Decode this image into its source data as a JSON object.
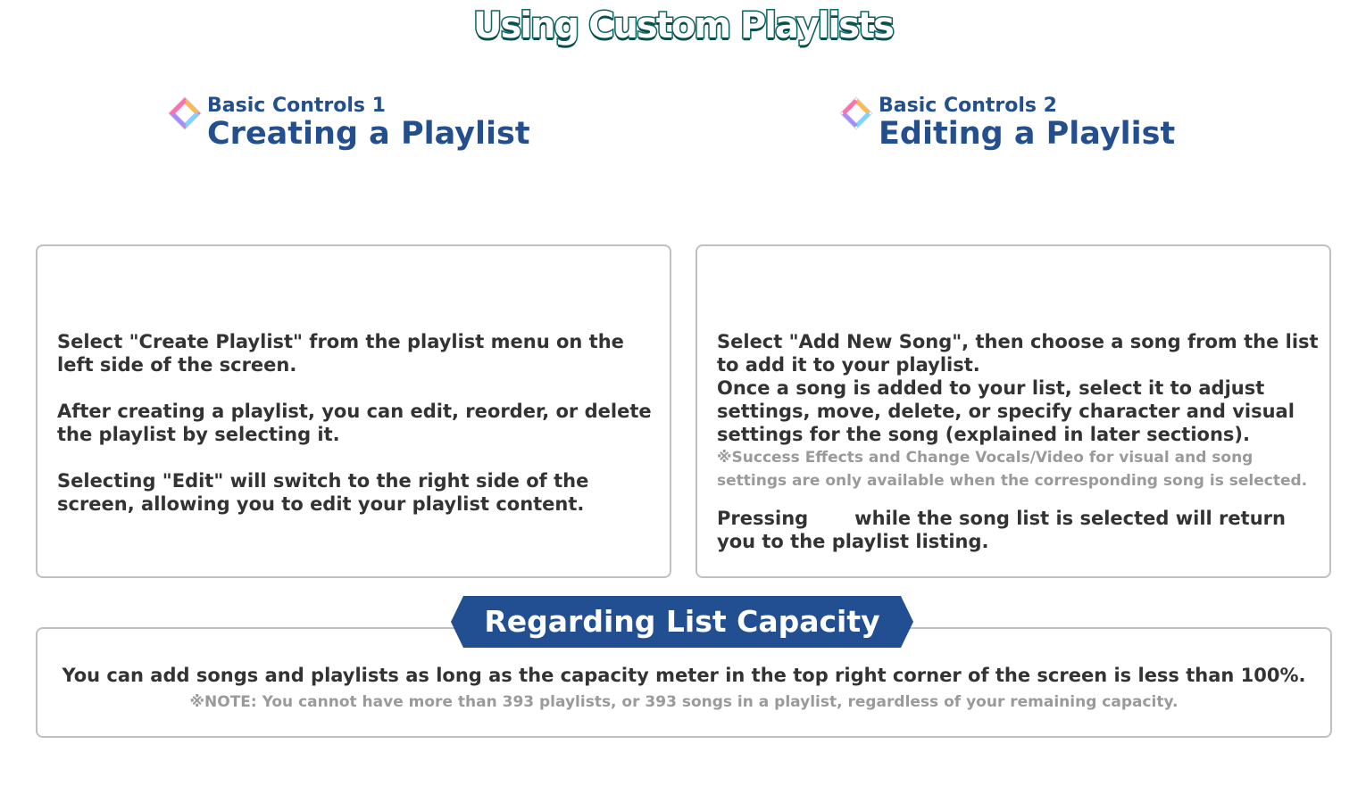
{
  "page": {
    "title": "Using Custom Playlists"
  },
  "sections": [
    {
      "sub_label": "Basic Controls 1",
      "heading": "Creating a Playlist",
      "paragraphs": [
        "Select \"Create Playlist\" from the playlist menu on the left side of the screen.",
        "After creating a playlist, you can edit, reorder, or delete the playlist by selecting it.",
        "Selecting \"Edit\" will switch to the right side of the screen, allowing you to edit your playlist content."
      ]
    },
    {
      "sub_label": "Basic Controls 2",
      "heading": "Editing a Playlist",
      "paragraphs": [
        "Select \"Add New Song\", then choose a song from the list to add it to your playlist.",
        "Once a song is added to your list, select it to adjust settings, move, delete, or specify character and visual settings for the song (explained in later sections)."
      ],
      "note": "※Success Effects and Change Vocals/Video for visual and song settings are only available when the corresponding song is selected.",
      "pressing_before": "Pressing",
      "pressing_after": "while the song list is selected will return you to the playlist listing."
    }
  ],
  "capacity": {
    "heading": "Regarding List Capacity",
    "text": "You can add songs and playlists as long as the capacity meter in the top right corner of the screen is less than 100%.",
    "note": "※NOTE: You cannot have more than 393 playlists, or 393 songs in a playlist, regardless of your remaining capacity."
  },
  "colors": {
    "heading_blue": "#234f8e",
    "banner_blue": "#224f91",
    "title_outline": "#126d6a",
    "panel_border": "#c0c0c0",
    "note_gray": "#9a9a9a"
  },
  "icons": {
    "section_marker": "rainbow-diamond-icon"
  }
}
